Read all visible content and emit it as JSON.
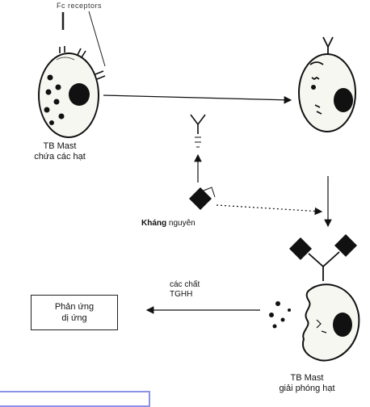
{
  "labels": {
    "fc_receptors": "Fc receptors",
    "mast_cell_top": "TB Mast",
    "mast_cell_top_sub": "chứa các hạt",
    "antigen": "Kháng",
    "antigen_rest": "nguyên",
    "mediators_line1": "các chất",
    "mediators_line2": "TGHH",
    "reaction_line1": "Phản ứng",
    "reaction_line2": "dị ứng",
    "mast_cell_bottom": "TB Mast",
    "mast_cell_bottom_sub": "giải phóng hạt"
  },
  "colors": {
    "ink": "#111111",
    "overlay_border": "#8c93e6"
  }
}
